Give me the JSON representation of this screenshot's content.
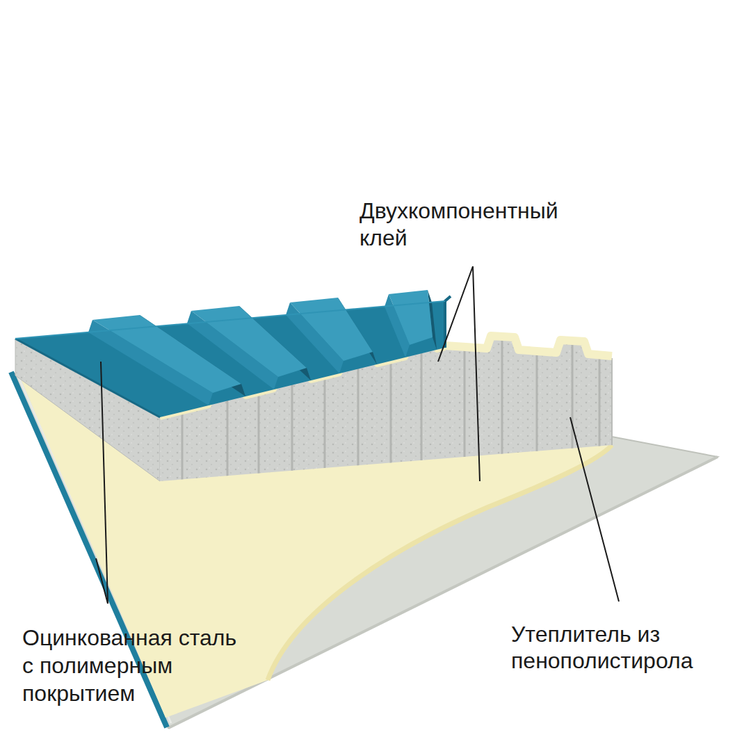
{
  "diagram": {
    "labels": [
      "Двухкомпонентный клей",
      "Оцинкованная сталь с полимерным покрытием",
      "Утеплитель из пенополистирола"
    ]
  }
}
